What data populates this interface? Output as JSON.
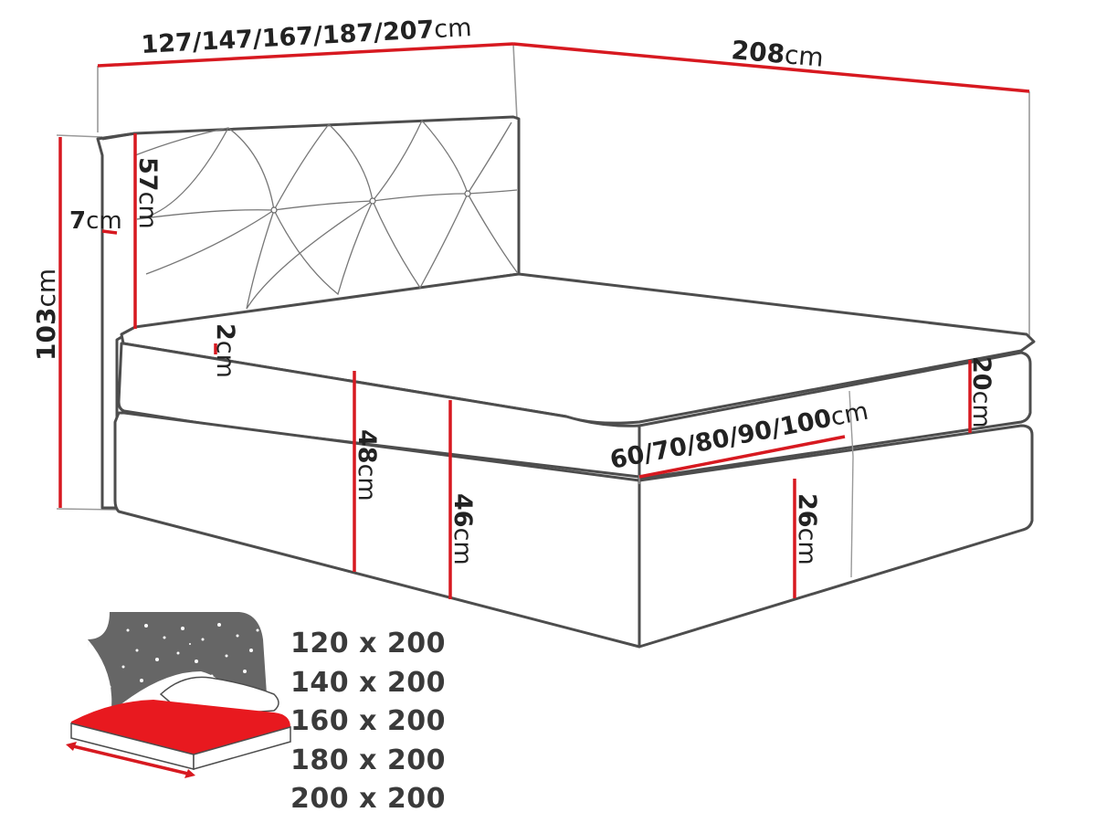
{
  "dimensions": {
    "width_options": {
      "value": "127/147/167/187/207",
      "unit": "cm"
    },
    "length": {
      "value": "208",
      "unit": "cm"
    },
    "total_height": {
      "value": "103",
      "unit": "cm"
    },
    "headboard_height": {
      "value": "57",
      "unit": "cm"
    },
    "headboard_thickness": {
      "value": "7",
      "unit": "cm"
    },
    "topper_thickness": {
      "value": "2",
      "unit": "cm"
    },
    "mattress_height": {
      "value": "20",
      "unit": "cm"
    },
    "sleeping_surface_height": {
      "value": "48",
      "unit": "cm"
    },
    "frame_height": {
      "value": "46",
      "unit": "cm"
    },
    "base_height": {
      "value": "26",
      "unit": "cm"
    },
    "mattress_width_options": {
      "value": "60/70/80/90/100",
      "unit": "cm"
    }
  },
  "sizes": [
    "120 x 200",
    "140 x 200",
    "160 x 200",
    "180 x 200",
    "200 x 200"
  ],
  "colors": {
    "dimension_line": "#d71920",
    "outline": "#4d4d4d",
    "icon_fill": "#666666",
    "mattress": "#e8191f"
  }
}
